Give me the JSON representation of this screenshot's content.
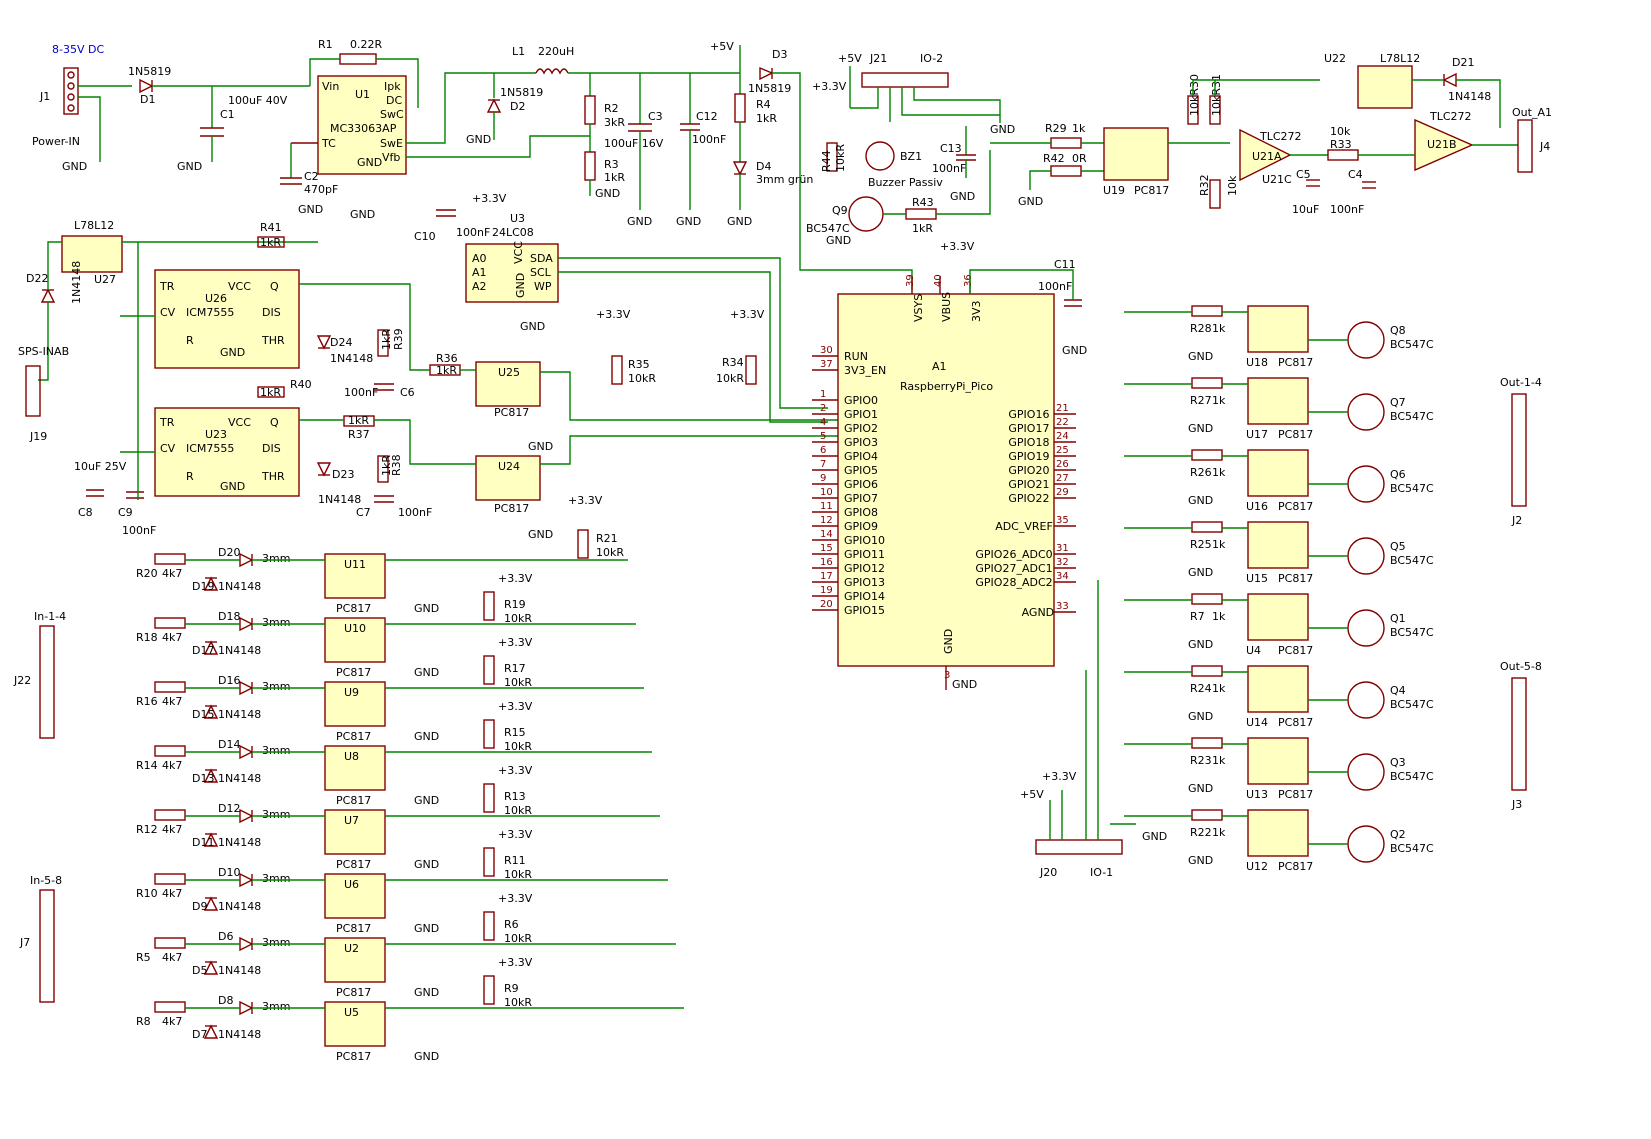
{
  "power": {
    "input_label": "8-35V DC",
    "j1_ref": "J1",
    "j1_name": "Power-IN",
    "d1_ref": "D1",
    "d1_val": "1N5819",
    "c1_ref": "C1",
    "c1_val": "100uF 40V",
    "r1_ref": "R1",
    "r1_val": "0.22R",
    "u1_ref": "U1",
    "u1_val": "MC33063AP",
    "u1_pins": [
      "Vin",
      "Ipk",
      "DC",
      "SwC",
      "TC",
      "SwE",
      "GND",
      "Vfb"
    ],
    "c2_ref": "C2",
    "c2_val": "470pF",
    "l1_ref": "L1",
    "l1_val": "220uH",
    "d2_ref": "D2",
    "d2_val": "1N5819",
    "r2_ref": "R2",
    "r2_val": "3kR",
    "r3_ref": "R3",
    "r3_val": "1kR",
    "c3_ref": "C3",
    "c3_val": "100uF 16V",
    "c12_ref": "C12",
    "c12_val": "100nF",
    "plus5": "+5V",
    "d3_ref": "D3",
    "d3_val": "1N5819",
    "r4_ref": "R4",
    "r4_val": "1kR",
    "d4_ref": "D4",
    "d4_val": "3mm grün"
  },
  "io2": {
    "j21_ref": "J21",
    "j21_name": "IO-2",
    "plus5": "+5V",
    "plus33": "+3.3V",
    "r44_ref": "R44",
    "r44_val": "10kR",
    "bz1_ref": "BZ1",
    "bz1_val": "Buzzer Passiv",
    "c13_ref": "C13",
    "c13_val": "100nF",
    "q9_ref": "Q9",
    "q9_val": "BC547C",
    "r43_ref": "R43",
    "r43_val": "1kR"
  },
  "analog": {
    "r29_ref": "R29",
    "r29_val": "1k",
    "r42_ref": "R42",
    "r42_val": "0R",
    "u19_ref": "U19",
    "u19_val": "PC817",
    "r30_val": "10kR30",
    "r31_val": "10kR31",
    "r32_ref": "R32",
    "r32_val": "10k",
    "u21a_ref": "U21A",
    "u21c_ref": "U21C",
    "u21b_ref": "U21B",
    "opamp_val": "TLC272",
    "r33_ref": "R33",
    "r33_val": "10k",
    "c5_ref": "C5",
    "c5_val": "10uF",
    "c4_ref": "C4",
    "c4_val": "100nF",
    "u22_ref": "U22",
    "u22_val": "L78L12",
    "d21_ref": "D21",
    "d21_val": "1N4148",
    "j4_ref": "J4",
    "j4_name": "Out_A1"
  },
  "timers": {
    "u27_ref": "U27",
    "u27_val": "L78L12",
    "d22_ref": "D22",
    "d22_val": "1N4148",
    "j19_ref": "J19",
    "j19_name": "SPS-INAB",
    "u26_ref": "U26",
    "u23_ref": "U23",
    "timer_val": "ICM7555",
    "timer_pins": [
      "TR",
      "CV",
      "R",
      "VCC",
      "GND",
      "Q",
      "DIS",
      "THR"
    ],
    "r41_ref": "R41",
    "r41_val": "1kR",
    "r40_ref": "R40",
    "r40_val": "1kR",
    "r39_ref": "R39",
    "r39_val": "1kR",
    "r38_ref": "R38",
    "r38_val": "1kR",
    "r37_ref": "R37",
    "r37_val": "1kR",
    "d24_ref": "D24",
    "d24_val": "1N4148",
    "d23_ref": "D23",
    "d23_val": "1N4148",
    "c6_ref": "C6",
    "c6_val": "100nF",
    "c7_ref": "C7",
    "c7_val": "100nF",
    "c8_ref": "C8",
    "c8_val": "10uF 25V",
    "c9_ref": "C9",
    "c9_val": "100nF",
    "r36_ref": "R36",
    "r36_val": "1kR",
    "u25_ref": "U25",
    "u24_ref": "U24",
    "opto_val": "PC817",
    "r35_ref": "R35",
    "r35_val": "10kR",
    "r34_ref": "R34",
    "r34_val": "10kR",
    "r21_ref": "R21",
    "r21_val": "10kR"
  },
  "eeprom": {
    "u3_ref": "U3",
    "u3_val": "24LC08",
    "pins": [
      "A0",
      "A1",
      "A2",
      "VCC",
      "GND",
      "SDA",
      "SCL",
      "WP"
    ],
    "c10_ref": "C10",
    "c10_val": "100nF"
  },
  "pico": {
    "ref": "A1",
    "val": "RaspberryPi_Pico",
    "left_pins": [
      {
        "num": "30",
        "name": "RUN"
      },
      {
        "num": "37",
        "name": "3V3_EN"
      },
      {
        "num": "1",
        "name": "GPIO0"
      },
      {
        "num": "2",
        "name": "GPIO1"
      },
      {
        "num": "4",
        "name": "GPIO2"
      },
      {
        "num": "5",
        "name": "GPIO3"
      },
      {
        "num": "6",
        "name": "GPIO4"
      },
      {
        "num": "7",
        "name": "GPIO5"
      },
      {
        "num": "9",
        "name": "GPIO6"
      },
      {
        "num": "10",
        "name": "GPIO7"
      },
      {
        "num": "11",
        "name": "GPIO8"
      },
      {
        "num": "12",
        "name": "GPIO9"
      },
      {
        "num": "14",
        "name": "GPIO10"
      },
      {
        "num": "15",
        "name": "GPIO11"
      },
      {
        "num": "16",
        "name": "GPIO12"
      },
      {
        "num": "17",
        "name": "GPIO13"
      },
      {
        "num": "19",
        "name": "GPIO14"
      },
      {
        "num": "20",
        "name": "GPIO15"
      }
    ],
    "right_pins": [
      {
        "num": "21",
        "name": "GPIO16"
      },
      {
        "num": "22",
        "name": "GPIO17"
      },
      {
        "num": "24",
        "name": "GPIO18"
      },
      {
        "num": "25",
        "name": "GPIO19"
      },
      {
        "num": "26",
        "name": "GPIO20"
      },
      {
        "num": "27",
        "name": "GPIO21"
      },
      {
        "num": "29",
        "name": "GPIO22"
      },
      {
        "num": "35",
        "name": "ADC_VREF"
      },
      {
        "num": "31",
        "name": "GPIO26_ADC0"
      },
      {
        "num": "32",
        "name": "GPIO27_ADC1"
      },
      {
        "num": "34",
        "name": "GPIO28_ADC2"
      },
      {
        "num": "33",
        "name": "AGND"
      }
    ],
    "top_pins": [
      {
        "num": "39",
        "name": "VSYS"
      },
      {
        "num": "40",
        "name": "VBUS"
      },
      {
        "num": "36",
        "name": "3V3"
      }
    ],
    "gnd_pin": {
      "num": "3",
      "name": "GND"
    },
    "c11_ref": "C11",
    "c11_val": "100nF"
  },
  "io1": {
    "j20_ref": "J20",
    "j20_name": "IO-1"
  },
  "inputs": {
    "j22_ref": "J22",
    "j22_name": "In-1-4",
    "j7_ref": "J7",
    "j7_name": "In-5-8",
    "opto_val": "PC817",
    "led_val": "3mm",
    "diode_val": "1N4148",
    "res_val": "4k7",
    "pullup_val": "10kR",
    "channels": [
      {
        "opto": "U11",
        "led": "D20",
        "diode": "D19",
        "res": "R20",
        "pullup": "R19"
      },
      {
        "opto": "U10",
        "led": "D18",
        "diode": "D17",
        "res": "R18",
        "pullup": "R17"
      },
      {
        "opto": "U9",
        "led": "D16",
        "diode": "D15",
        "res": "R16",
        "pullup": "R15"
      },
      {
        "opto": "U8",
        "led": "D14",
        "diode": "D13",
        "res": "R14",
        "pullup": "R13"
      },
      {
        "opto": "U7",
        "led": "D12",
        "diode": "D11",
        "res": "R12",
        "pullup": "R11"
      },
      {
        "opto": "U6",
        "led": "D10",
        "diode": "D9",
        "res": "R10",
        "pullup": "R6"
      },
      {
        "opto": "U2",
        "led": "D6",
        "diode": "D5",
        "res": "R5",
        "pullup": "R9"
      },
      {
        "opto": "U5",
        "led": "D8",
        "diode": "D7",
        "res": "R8",
        "pullup": ""
      }
    ]
  },
  "outputs": {
    "j2_ref": "J2",
    "j2_name": "Out-1-4",
    "j3_ref": "J3",
    "j3_name": "Out-5-8",
    "opto_val": "PC817",
    "q_val": "BC547C",
    "res_val": "1k",
    "channels": [
      {
        "res": "R28",
        "opto": "U18",
        "q": "Q8"
      },
      {
        "res": "R27",
        "opto": "U17",
        "q": "Q7"
      },
      {
        "res": "R26",
        "opto": "U16",
        "q": "Q6"
      },
      {
        "res": "R25",
        "opto": "U15",
        "q": "Q5"
      },
      {
        "res": "R7",
        "opto": "U4",
        "q": "Q1"
      },
      {
        "res": "R24",
        "opto": "U14",
        "q": "Q4"
      },
      {
        "res": "R23",
        "opto": "U13",
        "q": "Q3"
      },
      {
        "res": "R22",
        "opto": "U12",
        "q": "Q2"
      }
    ]
  },
  "labels": {
    "gnd": "GND",
    "plus33": "+3.3V",
    "plus5": "+5V"
  }
}
